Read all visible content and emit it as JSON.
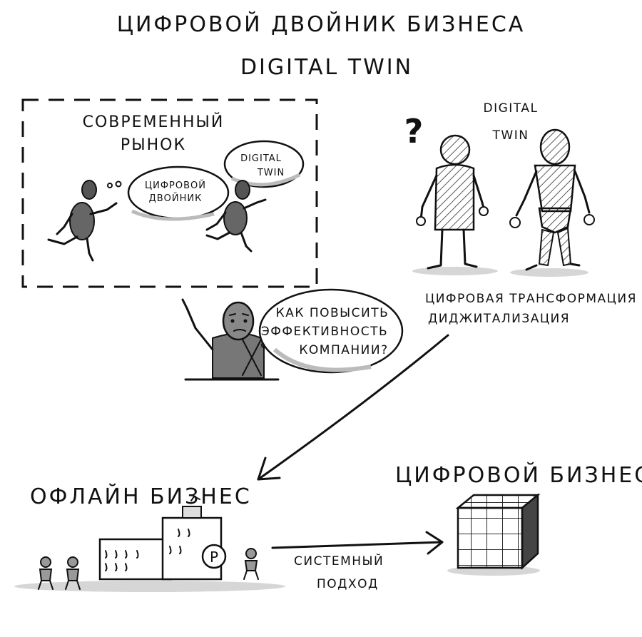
{
  "title": "ЦИФРОВОЙ ДВОЙНИК БИЗНЕСА",
  "subtitle": "DIGITAL TWIN",
  "market_box": {
    "title_line1": "СОВРЕМЕННЫЙ",
    "title_line2": "РЫНОК",
    "bubble_left_line1": "ЦИФРОВОЙ",
    "bubble_left_line2": "ДВОЙНИК",
    "bubble_right_line1": "DIGITAL",
    "bubble_right_line2": "TWIN"
  },
  "twin_section": {
    "question_mark": "?",
    "label_line1": "DIGITAL",
    "label_line2": "TWIN",
    "caption_line1": "ЦИФРОВАЯ ТРАНСФОРМАЦИЯ",
    "caption_line2": "ДИДЖИТАЛИЗАЦИЯ"
  },
  "thinker": {
    "bubble_line1": "КАК ПОВЫСИТЬ",
    "bubble_line2": "ЭФФЕКТИВНОСТЬ",
    "bubble_line3": "КОМПАНИИ?"
  },
  "bottom": {
    "offline_title": "ОФЛАЙН БИЗНЕС",
    "digital_title": "ЦИФРОВОЙ БИЗНЕС",
    "arrow_label_line1": "СИСТЕМНЫЙ",
    "arrow_label_line2": "ПОДХОД",
    "coin_symbol": "Р"
  }
}
